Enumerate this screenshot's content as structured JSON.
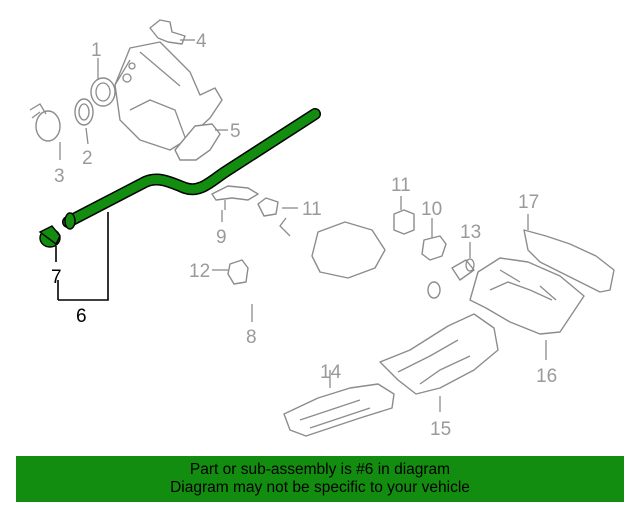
{
  "callouts": {
    "n1": "1",
    "n2": "2",
    "n3": "3",
    "n4": "4",
    "n5": "5",
    "n6": "6",
    "n7": "7",
    "n8": "8",
    "n9": "9",
    "n10": "10",
    "n11a": "11",
    "n11b": "11",
    "n12": "12",
    "n13": "13",
    "n14": "14",
    "n15": "15",
    "n16": "16",
    "n17": "17"
  },
  "highlight_part": "6",
  "colors": {
    "highlight": "#138d0f",
    "line": "#8c8c8c",
    "banner": "#138d0f"
  },
  "banner": {
    "line1": "Part or sub-assembly is #6 in diagram",
    "line2": "Diagram may not be specific to your vehicle"
  }
}
